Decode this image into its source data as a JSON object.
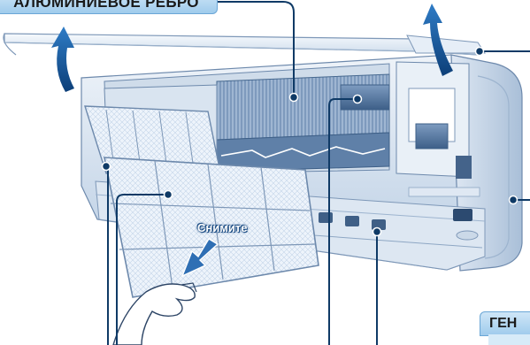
{
  "labels": {
    "top_label": "АЛЮМИНИЕВОЕ РЕБРО",
    "bottom_label": "ГЕН",
    "remove_instruction": "Снимите"
  },
  "colors": {
    "label_fill": "#a9d3f1",
    "label_border": "#6aa6d6",
    "unit_light": "#e7eef7",
    "unit_mid": "#bcd0e6",
    "unit_dark": "#5d7fa8",
    "arrow_blue": "#1f5d9c",
    "leader_line": "#0f3a66"
  },
  "icons": {
    "lift_arrow": "curved-up-arrow-icon",
    "down_arrow": "down-arrow-icon",
    "hand": "hand-icon"
  }
}
